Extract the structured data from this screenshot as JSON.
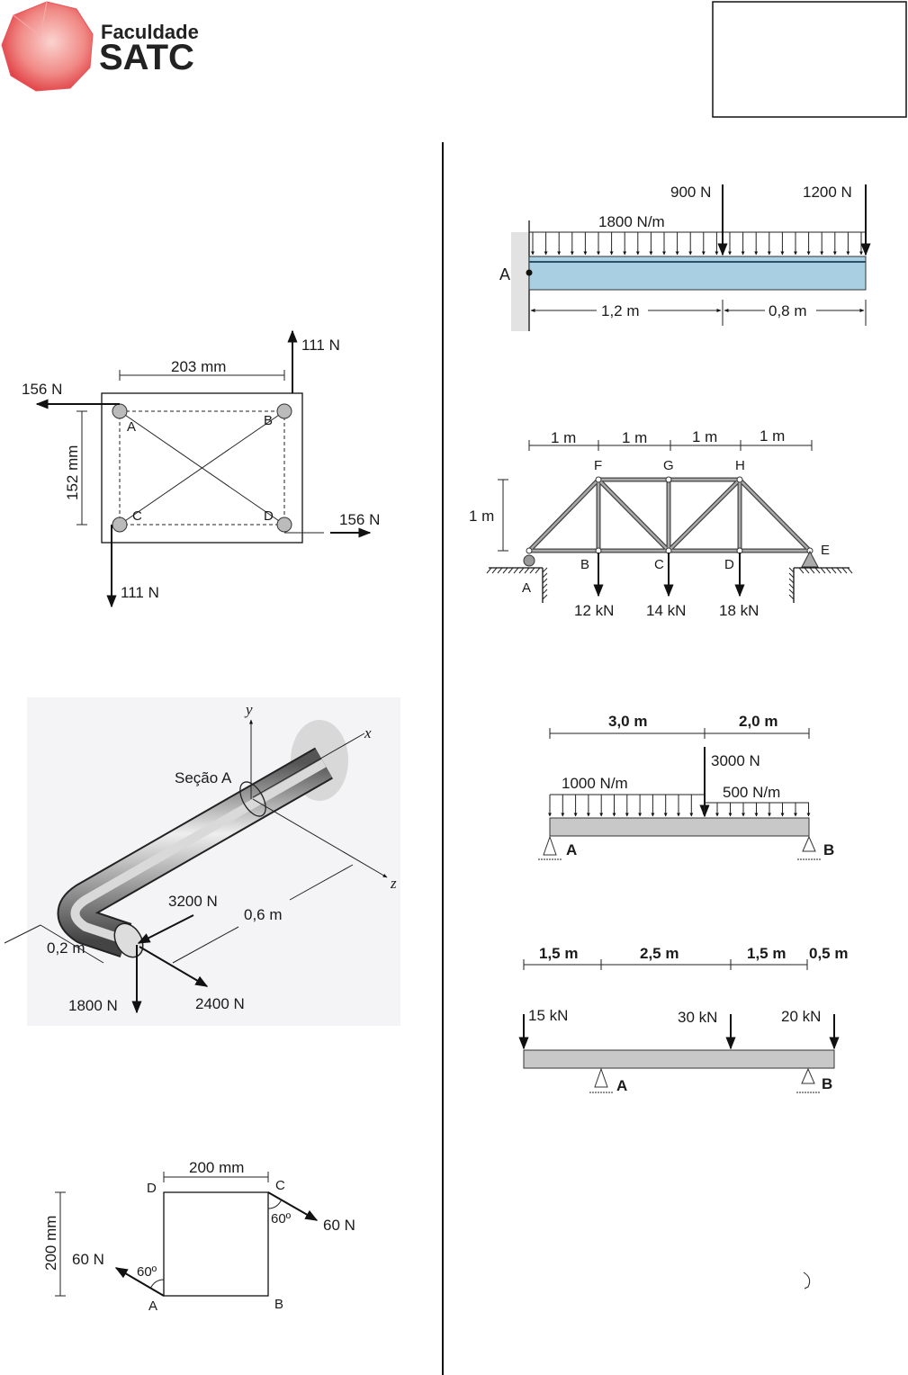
{
  "header": {
    "logo_line1": "Faculdade",
    "logo_line2": "SATC",
    "logo_color": "#e8474c"
  },
  "plate": {
    "width_dim": "203 mm",
    "height_dim": "152 mm",
    "force_top": "111 N",
    "force_left": "156 N",
    "force_right": "156 N",
    "force_bottom": "111 N",
    "labels": [
      "A",
      "B",
      "C",
      "D"
    ]
  },
  "pipe": {
    "axis_y": "y",
    "axis_x": "x",
    "axis_z": "z",
    "section": "Seção A",
    "force_3200": "3200 N",
    "dim_06": "0,6 m",
    "dim_02": "0,2 m",
    "force_1800": "1800 N",
    "force_2400": "2400 N"
  },
  "square": {
    "top_dim": "200 mm",
    "left_dim": "200 mm",
    "labels": [
      "D",
      "C",
      "A",
      "B"
    ],
    "angle_c": "60º",
    "angle_a": "60º",
    "force_c": "60 N",
    "force_a": "60 N"
  },
  "cantilever": {
    "load_900": "900 N",
    "load_1200": "1200 N",
    "dist_load": "1800 N/m",
    "support": "A",
    "dim_1": "1,2 m",
    "dim_2": "0,8 m",
    "beam_color": "#a9cfe3"
  },
  "truss": {
    "spans": [
      "1 m",
      "1 m",
      "1 m",
      "1 m"
    ],
    "height": "1 m",
    "top_nodes": [
      "F",
      "G",
      "H"
    ],
    "bottom_nodes": [
      "A",
      "B",
      "C",
      "D",
      "E"
    ],
    "loads": [
      "12 kN",
      "14 kN",
      "18 kN"
    ]
  },
  "beam1": {
    "dim_1": "3,0 m",
    "dim_2": "2,0 m",
    "point_load": "3000 N",
    "dist_left": "1000 N/m",
    "dist_right": "500 N/m",
    "support_a": "A",
    "support_b": "B"
  },
  "beam2": {
    "dims": [
      "1,5 m",
      "2,5 m",
      "1,5 m",
      "0,5 m"
    ],
    "loads": [
      "15 kN",
      "30 kN",
      "20 kN"
    ],
    "support_a": "A",
    "support_b": "B"
  }
}
